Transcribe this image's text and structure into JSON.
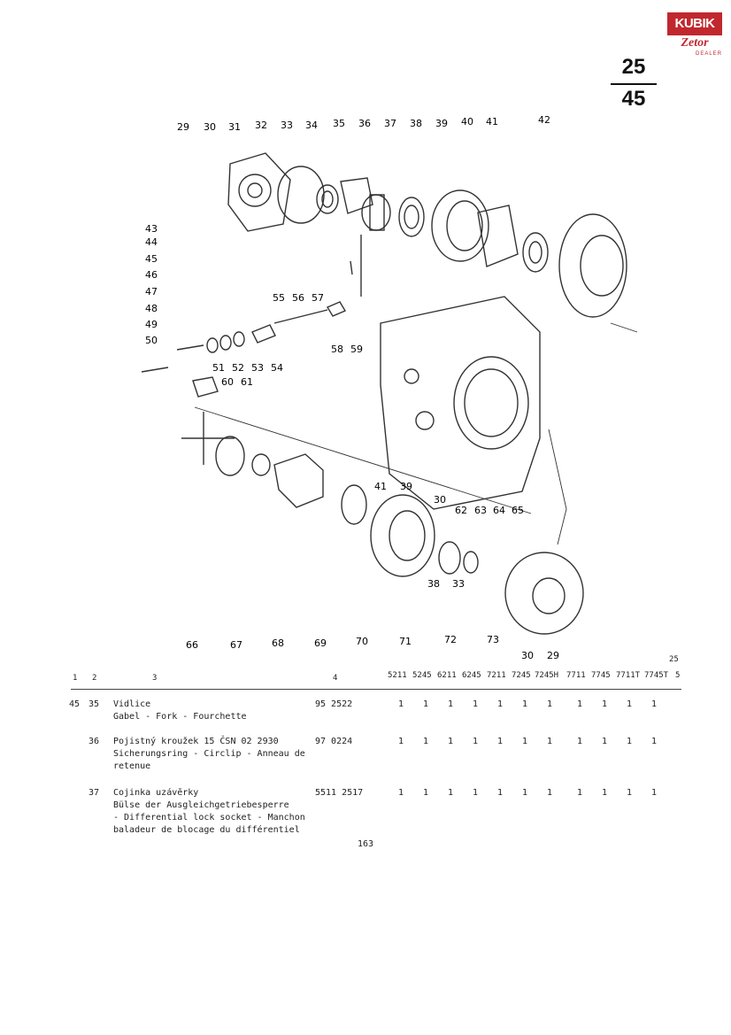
{
  "logo": {
    "top": "KUBIK",
    "bottom": "Zetor",
    "dealer": "DEALER"
  },
  "page_ref": {
    "top": "25",
    "bottom": "45"
  },
  "callouts": [
    "29",
    "30",
    "31",
    "32",
    "33",
    "34",
    "35",
    "36",
    "37",
    "38",
    "39",
    "40",
    "41",
    "42",
    "43",
    "44",
    "45",
    "46",
    "47",
    "48",
    "49",
    "50",
    "51",
    "52",
    "53",
    "54",
    "55",
    "56",
    "57",
    "58",
    "59",
    "60",
    "61",
    "41",
    "39",
    "30",
    "62",
    "63",
    "64",
    "65",
    "38",
    "33",
    "66",
    "67",
    "68",
    "69",
    "70",
    "71",
    "72",
    "73",
    "30",
    "29"
  ],
  "table": {
    "group_code": "25",
    "headers": [
      "1",
      "2",
      "3",
      "4"
    ],
    "models": [
      "5211",
      "5245",
      "6211",
      "6245",
      "7211",
      "7245",
      "7245H",
      "7711",
      "7745",
      "7711T",
      "7745T"
    ],
    "last_col": "5",
    "rows": [
      {
        "group": "45",
        "pos": "35",
        "lines": [
          "Vidlice",
          "Gabel - Fork - Fourchette"
        ],
        "part": "95 2522",
        "qty": [
          "1",
          "1",
          "1",
          "1",
          "1",
          "1",
          "1",
          "1",
          "1",
          "1",
          "1"
        ]
      },
      {
        "group": "",
        "pos": "36",
        "lines": [
          "Pojistný kroužek 15 ČSN 02 2930",
          "Sicherungsring - Circlip - Anneau de",
          "retenue"
        ],
        "part": "97 0224",
        "qty": [
          "1",
          "1",
          "1",
          "1",
          "1",
          "1",
          "1",
          "1",
          "1",
          "1",
          "1"
        ]
      },
      {
        "group": "",
        "pos": "37",
        "lines": [
          "Cojinka uzávěrky",
          "Bülse der Ausgleichgetriebesperre",
          "- Differential lock socket - Manchon",
          "baladeur de blocage du différentiel"
        ],
        "part": "5511 2517",
        "qty": [
          "1",
          "1",
          "1",
          "1",
          "1",
          "1",
          "1",
          "1",
          "1",
          "1",
          "1"
        ]
      }
    ]
  },
  "footer": {
    "page": "163"
  }
}
